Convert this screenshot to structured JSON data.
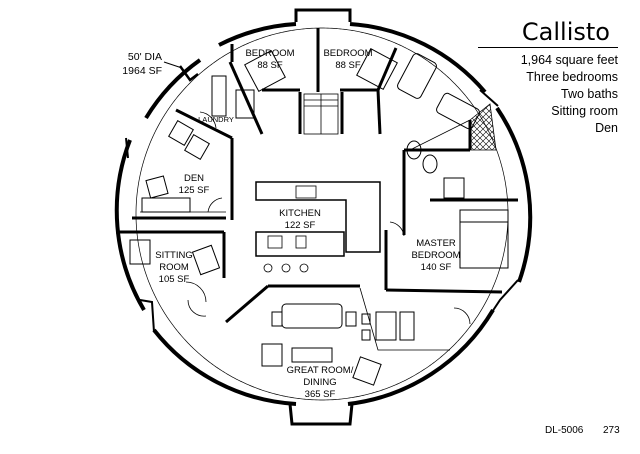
{
  "title": "Callisto",
  "specs": [
    "1,964 square feet",
    "Three bedrooms",
    "Two baths",
    "Sitting room",
    "Den"
  ],
  "diameter_note": {
    "line1": "50' DIA",
    "line2": "1964 SF"
  },
  "rooms": [
    {
      "id": "bedroom-1",
      "name": "BEDROOM",
      "area": "88 SF"
    },
    {
      "id": "bedroom-2",
      "name": "BEDROOM",
      "area": "88 SF"
    },
    {
      "id": "laundry",
      "name": "LAUNDRY",
      "area": ""
    },
    {
      "id": "den",
      "name": "DEN",
      "area": "125 SF"
    },
    {
      "id": "kitchen",
      "name": "KITCHEN",
      "area": "122 SF"
    },
    {
      "id": "sitting-room",
      "name": "SITTING",
      "name2": "ROOM",
      "area": "105 SF"
    },
    {
      "id": "master-bedroom",
      "name": "MASTER",
      "name2": "BEDROOM",
      "area": "140 SF"
    },
    {
      "id": "great-room",
      "name": "GREAT ROOM/",
      "name2": "DINING",
      "area": "365 SF"
    }
  ],
  "footer": {
    "code": "DL-5006",
    "page": "273"
  }
}
